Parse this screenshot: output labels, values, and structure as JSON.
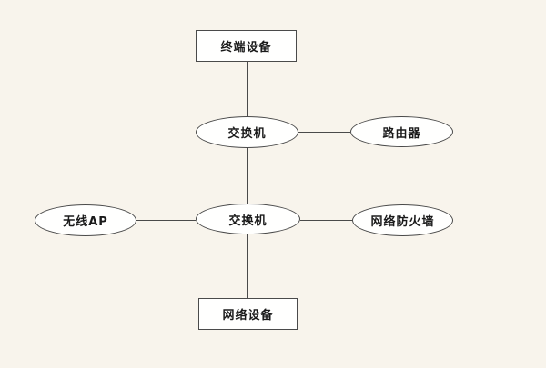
{
  "diagram": {
    "colors": {
      "background": "#f8f4ec",
      "node_fill": "#fffffe",
      "node_border": "#4a4a4a",
      "text": "#1a1a1a"
    },
    "nodes": [
      {
        "id": "terminal-device",
        "shape": "rectangle",
        "label": "终端设备"
      },
      {
        "id": "switch-upper",
        "shape": "ellipse",
        "label": "交换机"
      },
      {
        "id": "router",
        "shape": "ellipse",
        "label": "路由器"
      },
      {
        "id": "wireless-ap",
        "shape": "ellipse",
        "label": "无线AP"
      },
      {
        "id": "switch-center",
        "shape": "ellipse",
        "label": "交换机"
      },
      {
        "id": "network-firewall",
        "shape": "ellipse",
        "label": "网络防火墙"
      },
      {
        "id": "network-device",
        "shape": "rectangle",
        "label": "网络设备"
      }
    ],
    "edges": [
      {
        "from": "terminal-device",
        "to": "switch-upper"
      },
      {
        "from": "switch-upper",
        "to": "router"
      },
      {
        "from": "switch-upper",
        "to": "switch-center"
      },
      {
        "from": "wireless-ap",
        "to": "switch-center"
      },
      {
        "from": "switch-center",
        "to": "network-firewall"
      },
      {
        "from": "switch-center",
        "to": "network-device"
      }
    ]
  }
}
